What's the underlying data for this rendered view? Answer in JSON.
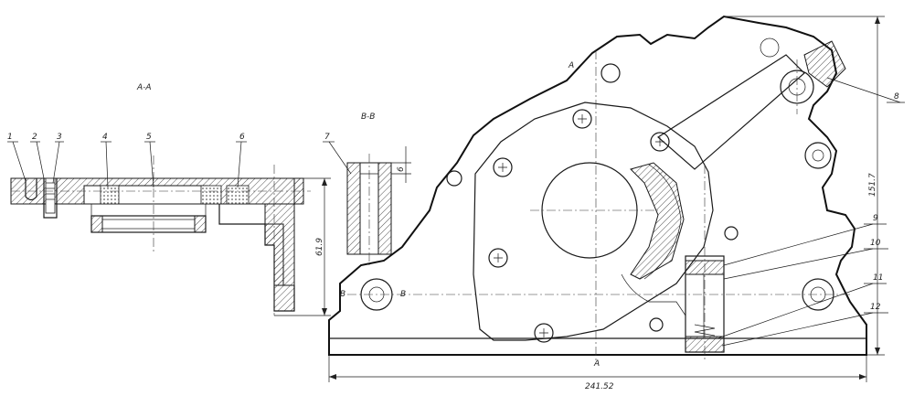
{
  "sections": {
    "aa": "A-A",
    "bb": "B-B"
  },
  "callouts": [
    "1",
    "2",
    "3",
    "4",
    "5",
    "6",
    "7",
    "8",
    "9",
    "10",
    "11",
    "12"
  ],
  "section_marks": {
    "a_top": "A",
    "a_bottom": "A",
    "b_left": "B",
    "b_right": "B"
  },
  "dimensions": {
    "height_left": "61.9",
    "height_right": "151.7",
    "width_bottom": "241.52",
    "small": "6"
  }
}
